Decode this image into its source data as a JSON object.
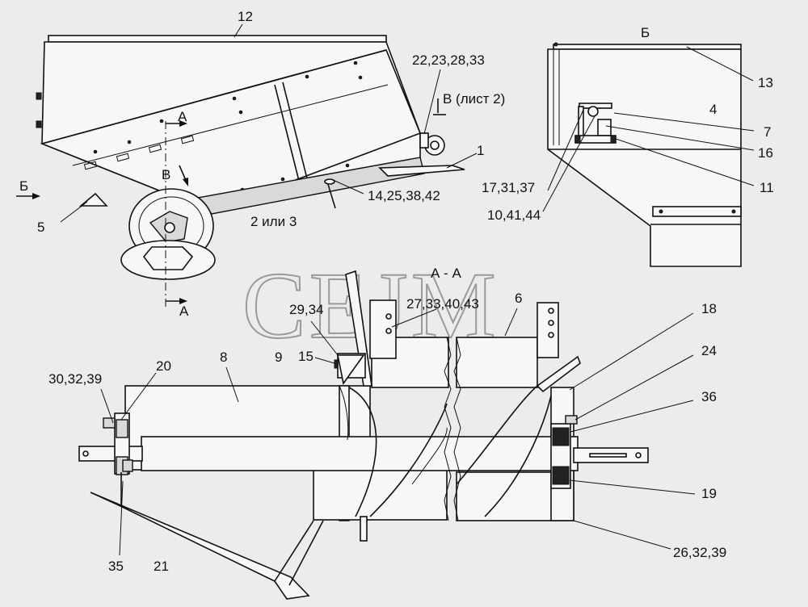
{
  "watermark": "СЕЈМ",
  "views": {
    "top_left": {
      "labels": {
        "p12": "12",
        "p22": "22,23,28,33",
        "p_v_sheet": "В (лист 2)",
        "p1": "1",
        "p_a_top": "А",
        "p_v": "В",
        "p_b": "Б",
        "p5": "5",
        "p14": "14,25,38,42",
        "p2or3": "2 или 3",
        "p_a_bottom": "А"
      }
    },
    "top_right": {
      "labels": {
        "title": "Б",
        "p13": "13",
        "p4": "4",
        "p7": "7",
        "p16": "16",
        "p17": "17,31,37",
        "p11": "11",
        "p10": "10,41,44"
      }
    },
    "bottom": {
      "labels": {
        "section": "А - А",
        "p6": "6",
        "p27": "27,33,40,43",
        "p29": "29,34",
        "p15": "15",
        "p18": "18",
        "p24": "24",
        "p8": "8",
        "p9": "9",
        "p20": "20",
        "p30": "30,32,39",
        "p36": "36",
        "p19": "19",
        "p35": "35",
        "p21": "21",
        "p26": "26,32,39"
      }
    }
  }
}
